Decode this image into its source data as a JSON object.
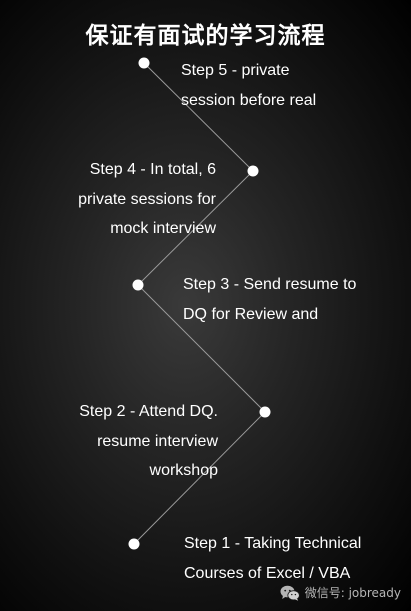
{
  "title": "保证有面试的学习流程",
  "steps": [
    {
      "lines": [
        "Step 5 - private",
        "session before real"
      ]
    },
    {
      "lines": [
        "Step 4 - In total, 6",
        "private sessions for",
        "mock interview"
      ]
    },
    {
      "lines": [
        "Step 3 - Send resume to",
        "DQ for Review and"
      ]
    },
    {
      "lines": [
        "Step 2 - Attend DQ.",
        "resume interview",
        "workshop"
      ]
    },
    {
      "lines": [
        "Step 1 - Taking Technical",
        "Courses of Excel / VBA"
      ]
    }
  ],
  "watermark": {
    "icon": "wechat-icon",
    "text": "微信号: jobready"
  },
  "colors": {
    "text": "#ffffff",
    "dot": "#ffffff",
    "line": "#9a9a9a",
    "watermark": "#b5b5b5"
  }
}
